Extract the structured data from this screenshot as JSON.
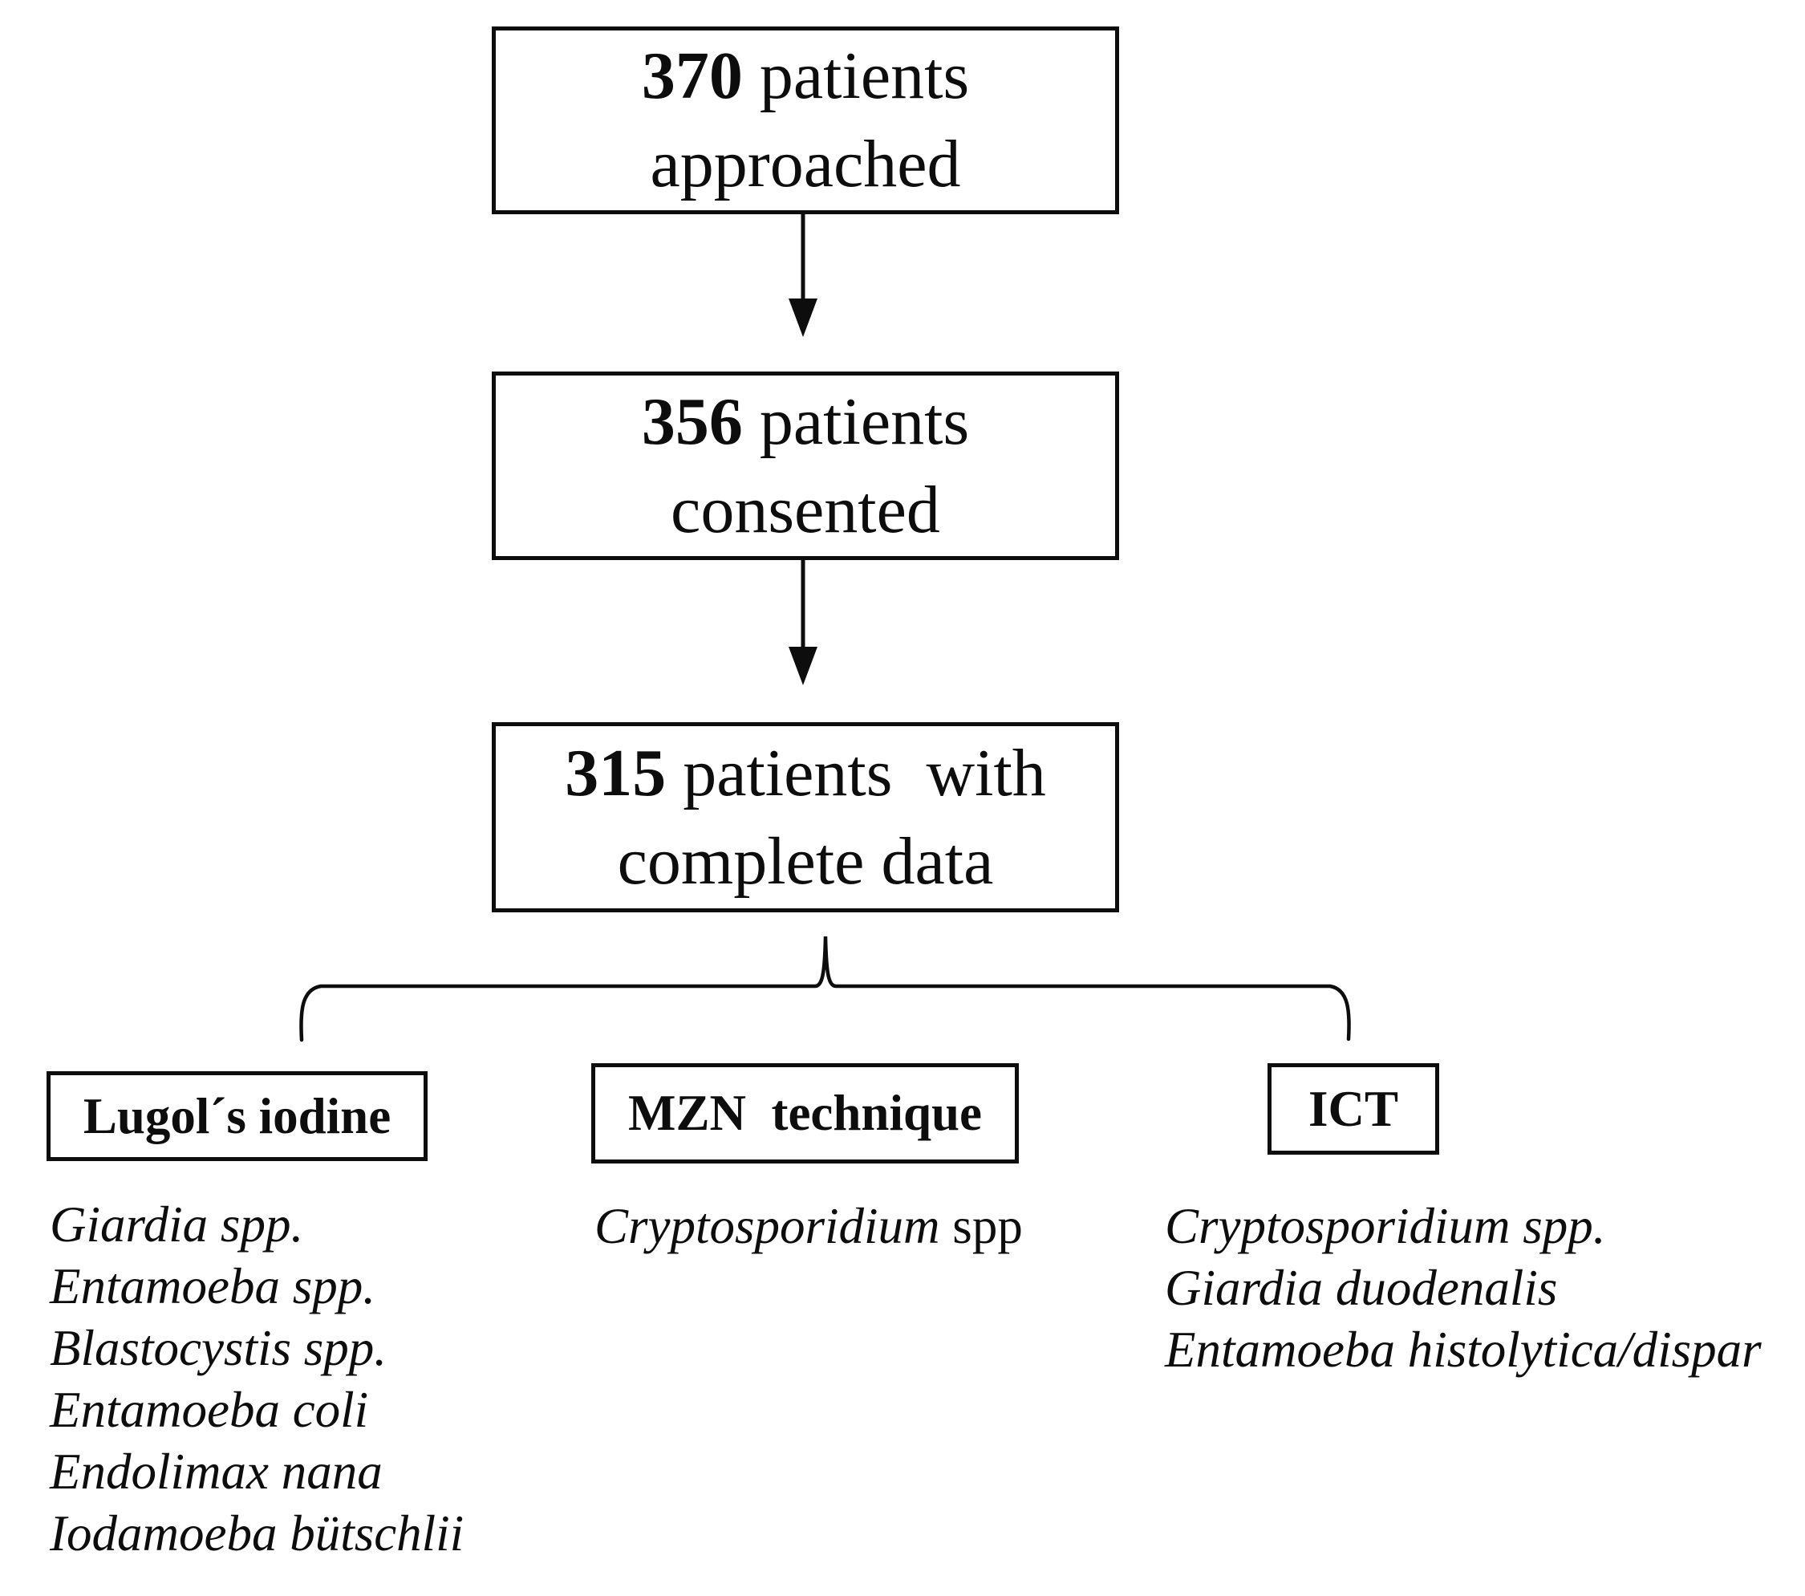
{
  "figure": {
    "kind": "study-enrollment-flow-diagram",
    "colors": {
      "ink": "#0d0d0d",
      "background": "#ffffff"
    }
  },
  "flow_boxes": [
    {
      "number": "370",
      "text": " patients\napproached"
    },
    {
      "number": "356",
      "text": " patients\nconsented"
    },
    {
      "number": "315",
      "text": " patients  with\ncomplete data"
    }
  ],
  "branches": {
    "lugol": {
      "label": "Lugol´s iodine",
      "items": [
        "Giardia spp.",
        "Entamoeba spp.",
        "Blastocystis spp.",
        "Entamoeba coli",
        "Endolimax nana",
        "Iodamoeba bütschlii"
      ]
    },
    "mzn": {
      "label": "MZN  technique",
      "item_italic": "Cryptosporidium",
      "item_regular": " spp"
    },
    "ict": {
      "label": "ICT",
      "items": [
        "Cryptosporidium spp.",
        "Giardia duodenalis",
        "Entamoeba histolytica/dispar"
      ]
    }
  }
}
